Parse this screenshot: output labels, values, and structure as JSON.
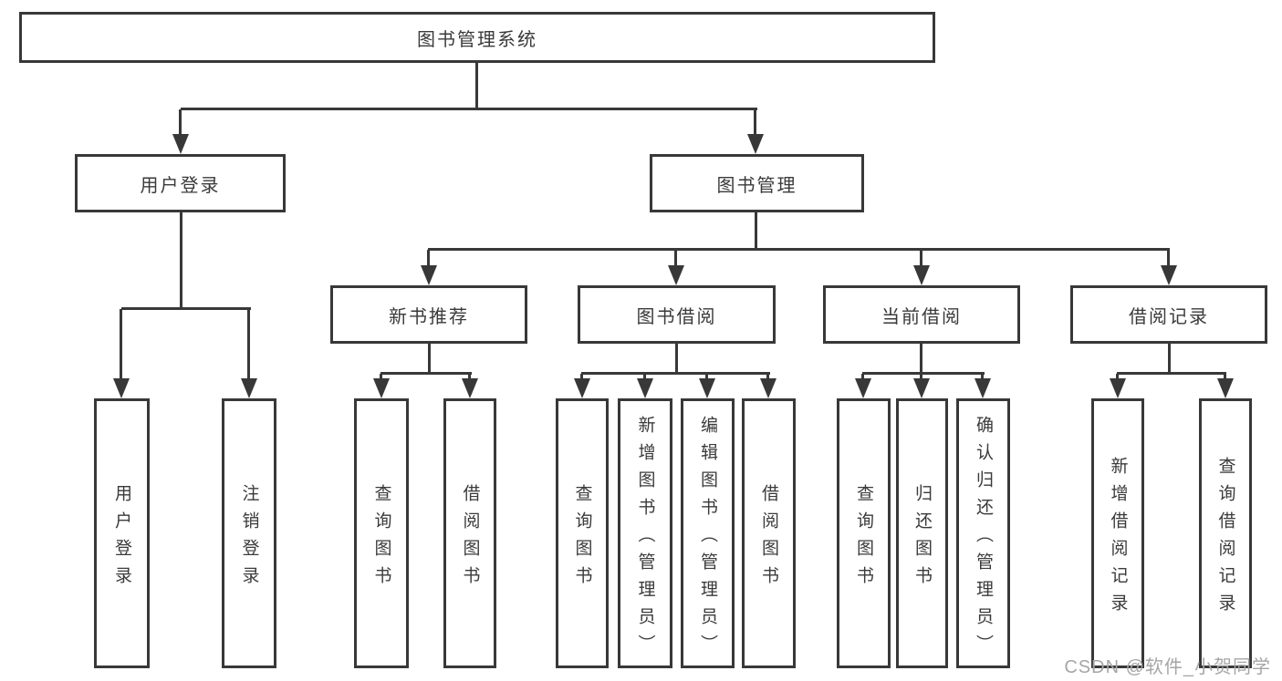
{
  "diagram": {
    "tree": {
      "root": {
        "label": "图书管理系统",
        "children": [
          {
            "label": "用户登录",
            "children": [
              {
                "label": "用户登录"
              },
              {
                "label": "注销登录"
              }
            ]
          },
          {
            "label": "图书管理",
            "children": [
              {
                "label": "新书推荐",
                "children": [
                  {
                    "label": "查询图书"
                  },
                  {
                    "label": "借阅图书"
                  }
                ]
              },
              {
                "label": "图书借阅",
                "children": [
                  {
                    "label": "查询图书"
                  },
                  {
                    "label": "新增图书（管理员）"
                  },
                  {
                    "label": "编辑图书（管理员）"
                  },
                  {
                    "label": "借阅图书"
                  }
                ]
              },
              {
                "label": "当前借阅",
                "children": [
                  {
                    "label": "查询图书"
                  },
                  {
                    "label": "归还图书"
                  },
                  {
                    "label": "确认归还（管理员）"
                  }
                ]
              },
              {
                "label": "借阅记录",
                "children": [
                  {
                    "label": "新增借阅记录"
                  },
                  {
                    "label": "查询借阅记录"
                  }
                ]
              }
            ]
          }
        ]
      }
    },
    "colors": {
      "line": "#383838",
      "text": "#3a3a3a",
      "background": "#ffffff",
      "watermark": "#a6a6a6"
    }
  },
  "watermark": {
    "text": "CSDN @软件_小贺同学"
  }
}
